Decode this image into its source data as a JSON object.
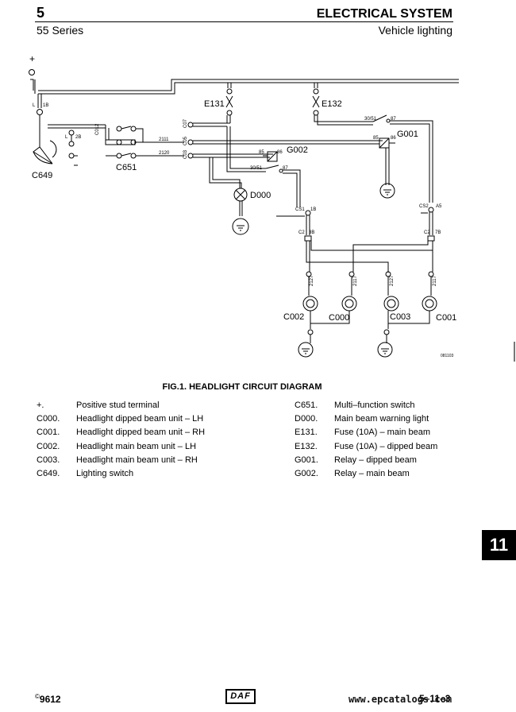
{
  "header": {
    "section_number": "5",
    "series": "55 Series",
    "title": "ELECTRICAL SYSTEM",
    "subtitle": "Vehicle lighting"
  },
  "diagram": {
    "supply_label": "+",
    "components": {
      "E131": "E131",
      "E132": "E132",
      "G001": "G001",
      "G002": "G002",
      "C649": "C649",
      "C651": "C651",
      "D000": "D000",
      "C000": "C000",
      "C001": "C001",
      "C002": "C002",
      "C003": "C003"
    },
    "wire_numbers": {
      "w2111": "2111",
      "w2120": "2120",
      "w2127a": "2127",
      "w2117a": "2117",
      "w2127b": "2127",
      "w2117b": "2117"
    },
    "pins": {
      "l1b": "L",
      "l1b_n": "1B",
      "l2b": "L",
      "l2b_n": "2B",
      "c012": "C012",
      "c07": "C07",
      "c05": "C05",
      "c03": "C03",
      "r3051a": "30/51",
      "r87a": "87",
      "r85a": "85",
      "r86a": "86",
      "r3051b": "30/51",
      "r87b": "87",
      "r85b": "85",
      "r86b": "86",
      "cs1": "CS1",
      "cs1_n": "1B",
      "cs2": "CS2",
      "cs2_n": "A5",
      "c2a": "C2",
      "c2a_n": "3B",
      "c2b": "C2",
      "c2b_n": "7B"
    },
    "drawing_ref": "081103"
  },
  "caption": "FIG.1. HEADLIGHT CIRCUIT DIAGRAM",
  "legend_left": [
    {
      "code": "+.",
      "desc": "Positive stud terminal"
    },
    {
      "code": "C000.",
      "desc": "Headlight dipped beam unit – LH"
    },
    {
      "code": "C001.",
      "desc": "Headlight dipped beam unit – RH"
    },
    {
      "code": "C002.",
      "desc": "Headlight main beam unit – LH"
    },
    {
      "code": "C003.",
      "desc": "Headlight main beam unit – RH"
    },
    {
      "code": "C649.",
      "desc": "Lighting switch"
    }
  ],
  "legend_right": [
    {
      "code": "C651.",
      "desc": "Multi–function switch"
    },
    {
      "code": "D000.",
      "desc": "Main beam warning light"
    },
    {
      "code": "E131.",
      "desc": "Fuse (10A) – main beam"
    },
    {
      "code": "E132.",
      "desc": "Fuse (10A) – dipped beam"
    },
    {
      "code": "G001.",
      "desc": "Relay – dipped beam"
    },
    {
      "code": "G002.",
      "desc": "Relay – main beam"
    }
  ],
  "section_tab": "11",
  "footer": {
    "copyright": "©",
    "code": "9612",
    "logo": "DAF",
    "page": "5–11–3",
    "watermark": "www.epcatalogs.com"
  }
}
